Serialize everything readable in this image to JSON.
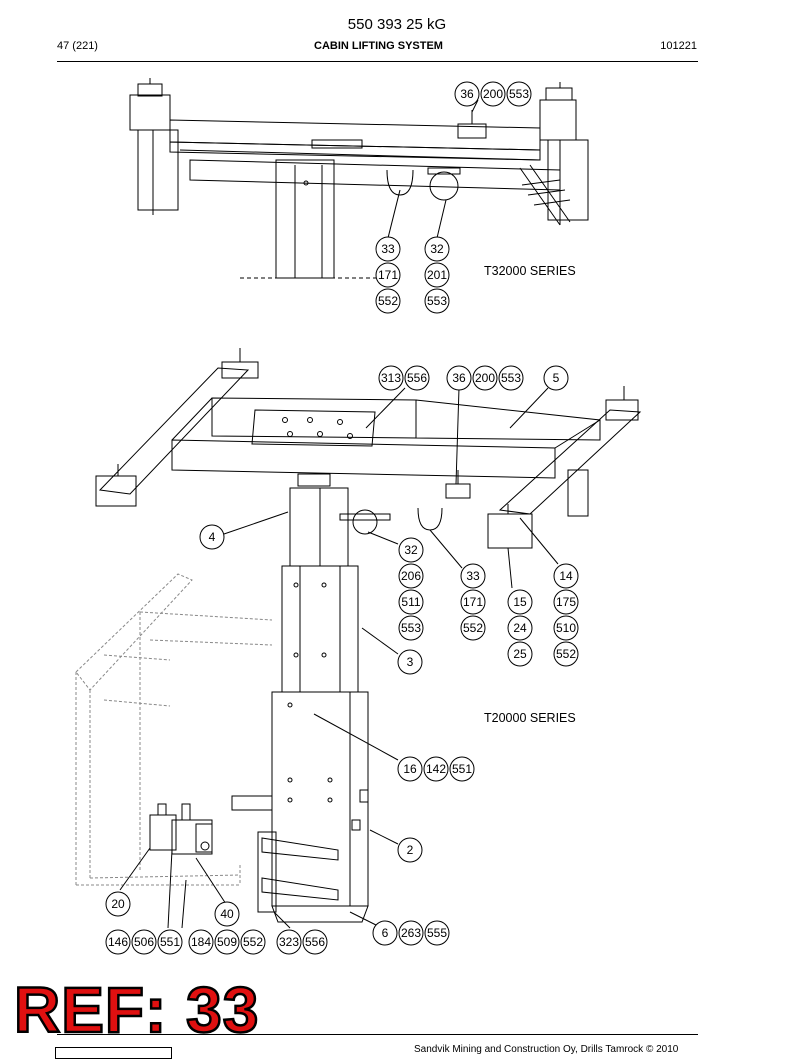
{
  "header": {
    "doc_title": "550 393 25 kG",
    "page_number": "47 (221)",
    "section_title": "CABIN LIFTING SYSTEM",
    "doc_code": "101221"
  },
  "views": [
    {
      "series_label": "T32000 SERIES"
    },
    {
      "series_label": "T20000 SERIES"
    }
  ],
  "callouts": {
    "top": [
      [
        "36",
        "200",
        "553"
      ],
      [
        "33",
        "171",
        "552"
      ],
      [
        "32",
        "201",
        "553"
      ]
    ],
    "bottom": [
      [
        "313",
        "556"
      ],
      [
        "36",
        "200",
        "553"
      ],
      [
        "5"
      ],
      [
        "4"
      ],
      [
        "32",
        "206",
        "511",
        "553"
      ],
      [
        "33",
        "171",
        "552"
      ],
      [
        "15",
        "24",
        "25"
      ],
      [
        "14",
        "175",
        "510",
        "552"
      ],
      [
        "3"
      ],
      [
        "16",
        "142",
        "551"
      ],
      [
        "2"
      ],
      [
        "20"
      ],
      [
        "40"
      ],
      [
        "146",
        "506",
        "551"
      ],
      [
        "184",
        "509",
        "552"
      ],
      [
        "323",
        "556"
      ],
      [
        "6",
        "263",
        "555"
      ]
    ]
  },
  "stamp": "REF: 33",
  "footer": {
    "copyright": "Sandvik Mining and Construction Oy, Drills Tamrock © 2010"
  }
}
